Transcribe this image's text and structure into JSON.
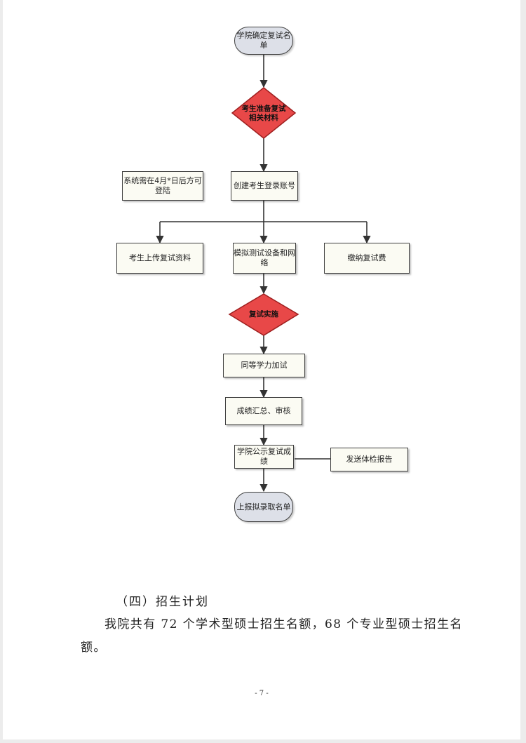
{
  "flowchart": {
    "nodes": {
      "confirm_list": "学院确定复试名单",
      "prepare_materials": "考生准备复试相关材料",
      "login_note": "系统需在4月*日后方可登陆",
      "create_account": "创建考生登录账号",
      "upload_materials": "考生上传复试资料",
      "simulate_test": "模拟测试设备和网络",
      "pay_fee": "缴纳复试费",
      "implement": "复试实施",
      "equivalent_test": "同等学力加试",
      "score_review": "成绩汇总、审核",
      "publish_scores": "学院公示复试成绩",
      "send_report": "发送体检报告",
      "submit_list": "上报拟录取名单"
    },
    "colors": {
      "decision_fill": "#e84848",
      "decision_border": "#9e1f1f",
      "terminal_fill": "#dde0e8",
      "process_fill": "#fbfbf3",
      "line": "#333333"
    }
  },
  "section": {
    "heading": "（四）招生计划",
    "paragraph": "我院共有 72 个学术型硕士招生名额，68 个专业型硕士招生名额。"
  },
  "footer": {
    "page_number": "- 7 -"
  }
}
